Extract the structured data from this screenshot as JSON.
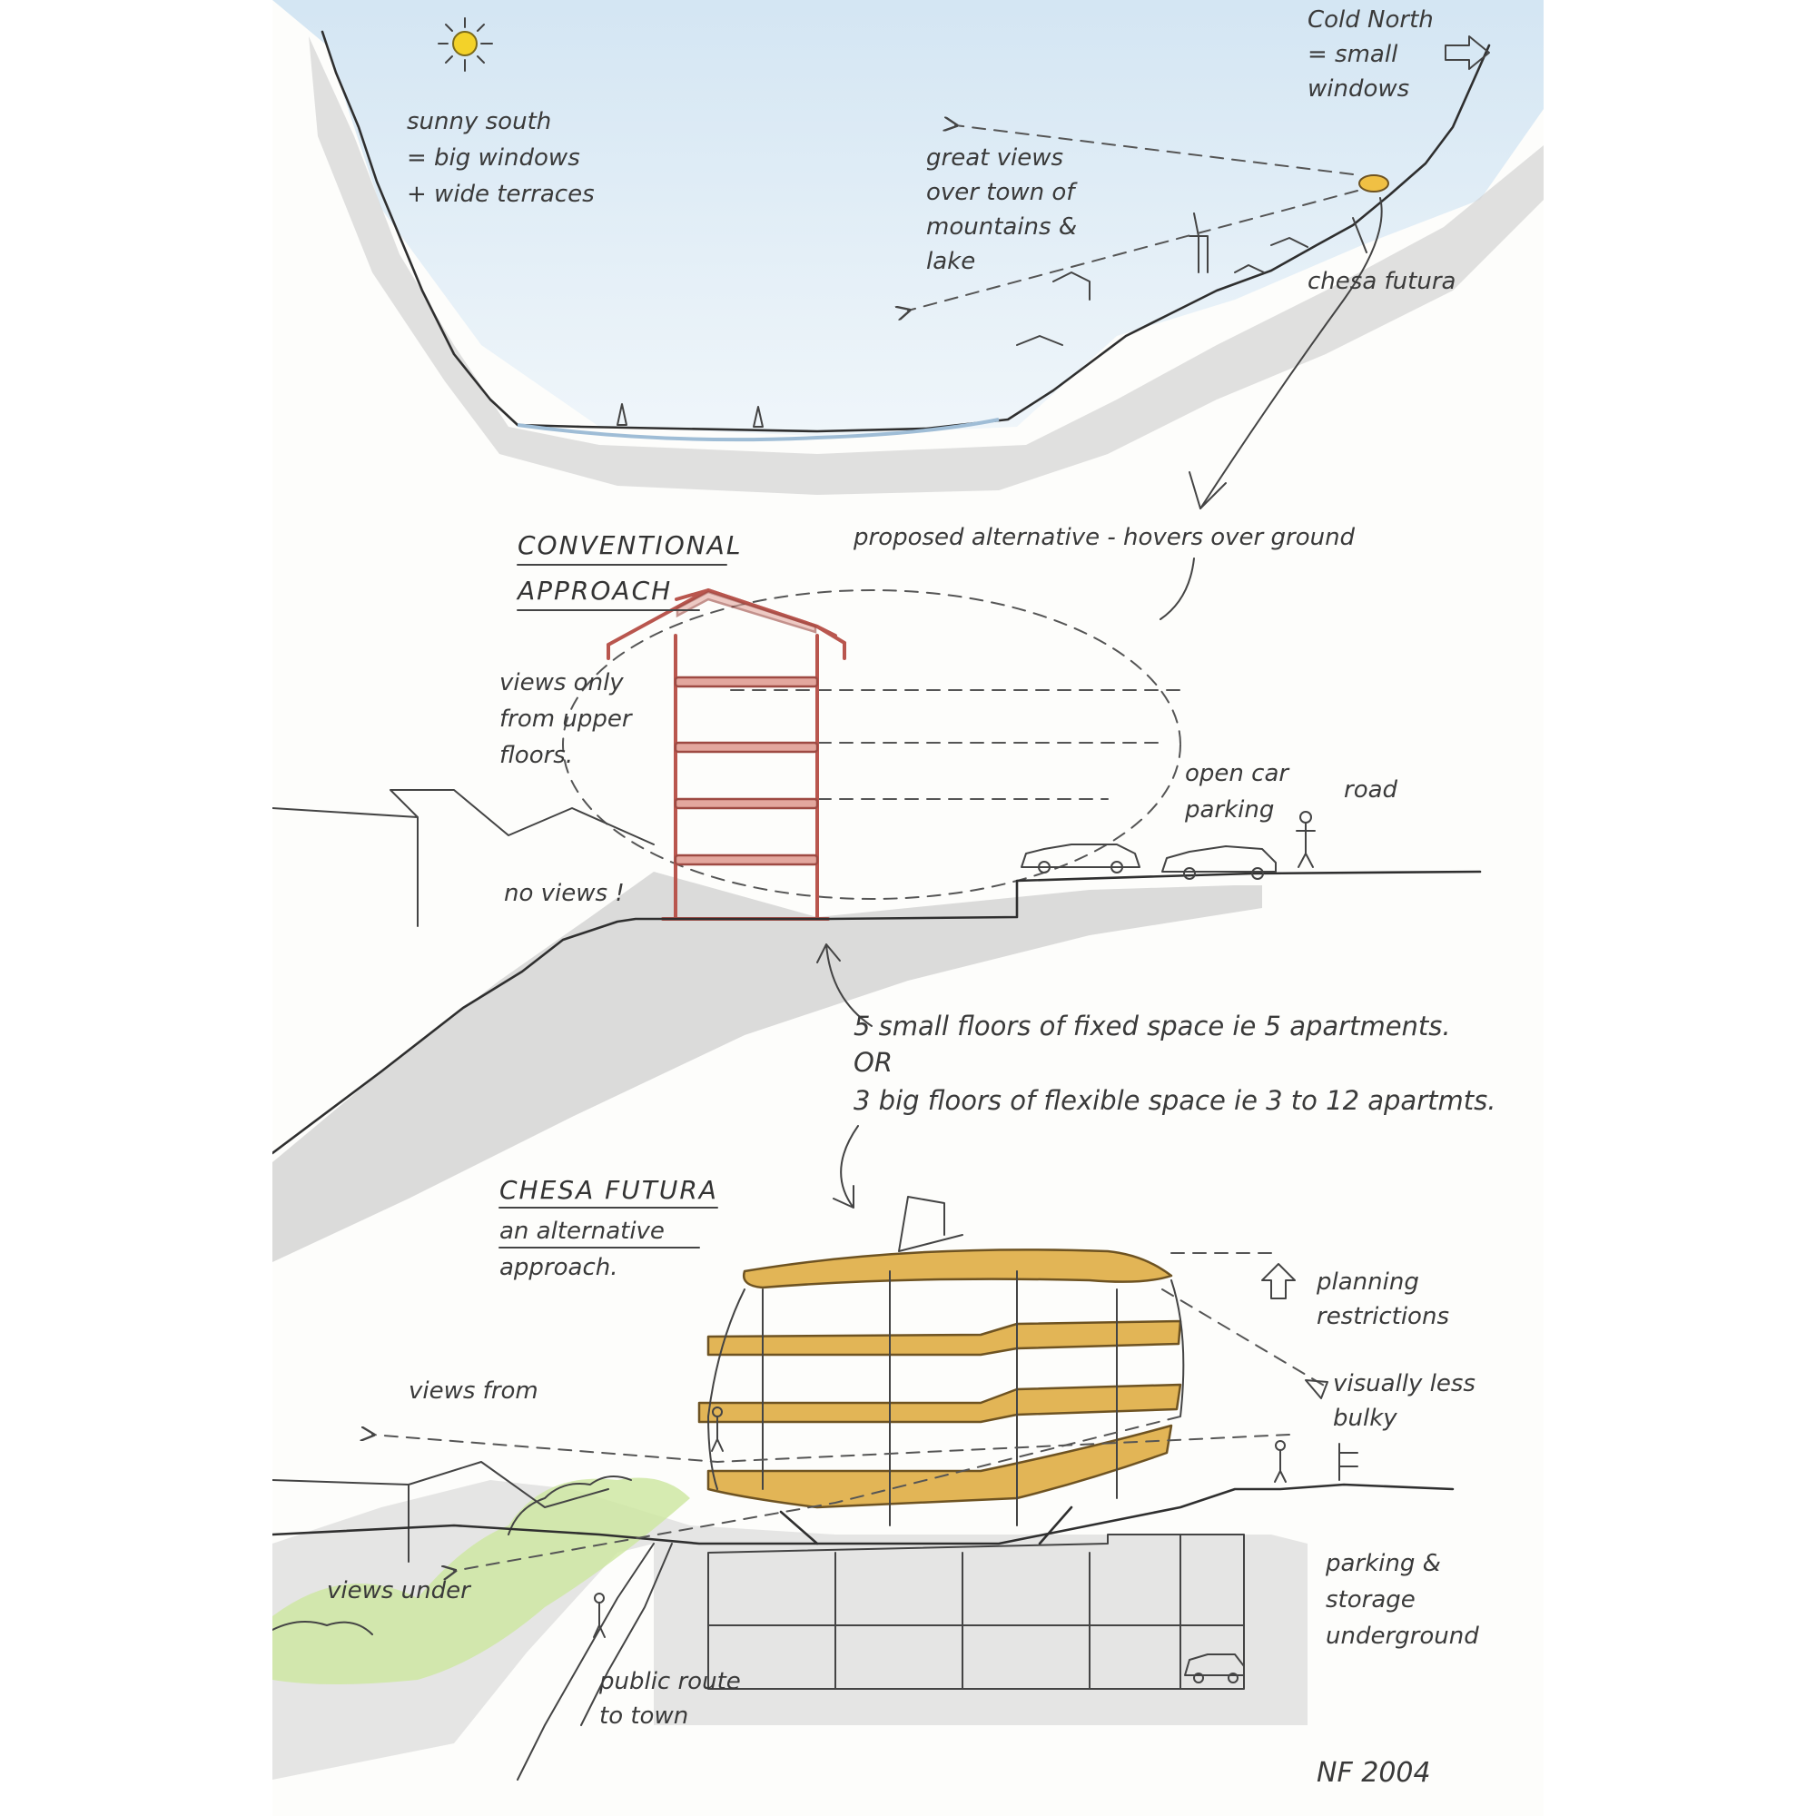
{
  "colors": {
    "sky": "#d6e8f4",
    "sun": "#f3d229",
    "pencil": "#2f2f2f",
    "shadow": "#cfcfcf",
    "conventional_red": "#b9564e",
    "proposed_yellow": "#f6d98a",
    "chesa_gold": "#e2b556",
    "trees_green": "#cfe8a3"
  },
  "top_section": {
    "label_south": [
      "sunny south",
      "= big windows",
      "+ wide terraces"
    ],
    "label_north": [
      "Cold North",
      "= small",
      "windows"
    ],
    "label_views": [
      "great views",
      "over town of",
      "mountains &",
      "lake"
    ],
    "label_site": "chesa futura"
  },
  "middle_section": {
    "title": [
      "CONVENTIONAL",
      "APPROACH"
    ],
    "label_alternative": "proposed alternative - hovers over ground",
    "label_upper": [
      "views only",
      "from upper",
      "floors."
    ],
    "label_no_views": "no views !",
    "label_parking": [
      "open car",
      "parking"
    ],
    "label_road": "road"
  },
  "comparison": {
    "line1": "5 small floors of fixed space ie 5 apartments.",
    "line2": "OR",
    "line3": "3 big floors of flexible space ie 3 to 12 apartmts."
  },
  "bottom_section": {
    "title": [
      "CHESA FUTURA",
      "an alternative",
      "approach."
    ],
    "label_planning": [
      "planning",
      "restrictions"
    ],
    "label_bulky": [
      "visually less",
      "bulky"
    ],
    "label_views_from": "views from",
    "label_views_under": "views under",
    "label_public": [
      "public route",
      "to town"
    ],
    "label_parking": [
      "parking &",
      "storage",
      "underground"
    ]
  },
  "signature": "NF 2004"
}
